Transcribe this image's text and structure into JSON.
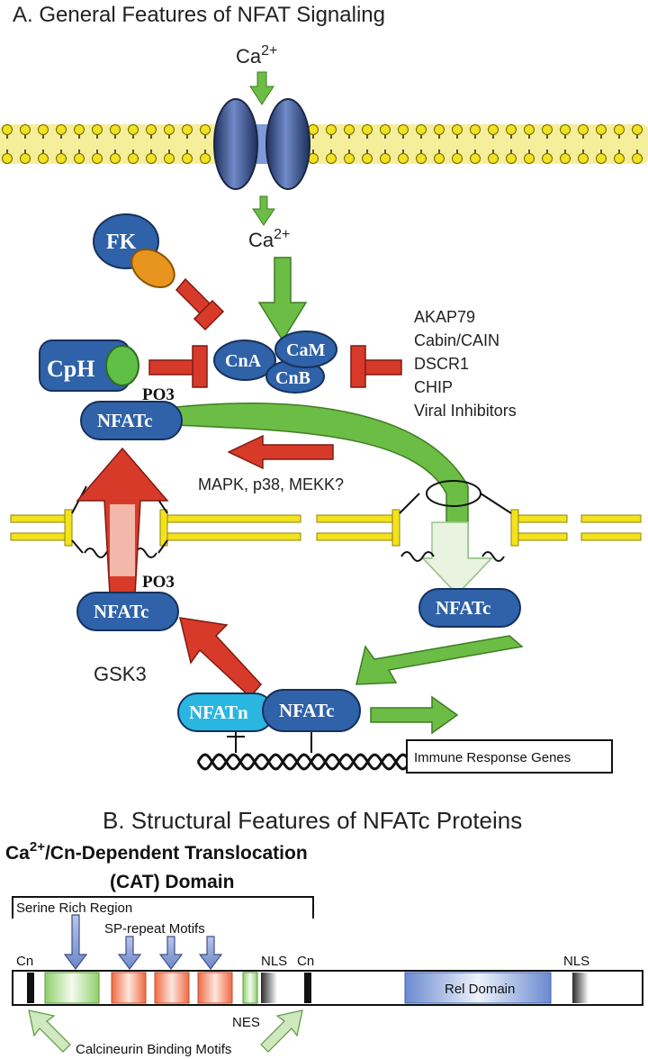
{
  "panel_a": {
    "title": "A.   General Features of NFAT Signaling",
    "ca_out": "Ca",
    "ca_out_sup": "2+",
    "ca_in": "Ca",
    "ca_in_sup": "2+",
    "fk_label": "FK",
    "cph_label": "CpH",
    "cna_label": "CnA",
    "cam_label": "CaM",
    "cnb_label": "CnB",
    "inhibitors": [
      "AKAP79",
      "Cabin/CAIN",
      "DSCR1",
      "CHIP",
      "Viral Inhibitors"
    ],
    "po3_top": "PO3",
    "po3_bottom": "PO3",
    "nfatc_cyto_top": "NFATc",
    "nfatc_cyto_bottom": "NFATc",
    "nfatc_nuclear": "NFATc",
    "nfatn_label": "NFATn",
    "nfatc_dna": "NFATc",
    "kinases": "MAPK, p38, MEKK?",
    "gsk3": "GSK3",
    "immune_genes": "Immune Response Genes"
  },
  "panel_b": {
    "title": "B. Structural Features of NFATc Proteins",
    "cat_line1_prefix": "Ca",
    "cat_line1_sup": "2+",
    "cat_line1_suffix": "/Cn-Dependent Translocation",
    "cat_line2": "(CAT) Domain",
    "serine_rich": "Serine Rich Region",
    "sp_repeat": "SP-repeat Motifs",
    "cn_left": "Cn",
    "nls_1": "NLS",
    "cn_right": "Cn",
    "nls_2": "NLS",
    "rel_domain": "Rel Domain",
    "nes": "NES",
    "calcineurin_motifs": "Calcineurin Binding Motifs"
  },
  "colors": {
    "blue_pill": "#2f62a8",
    "cyan_pill": "#29b6e0",
    "green_arrow": "#6cbd45",
    "red_arrow": "#d83a2a",
    "membrane": "#f5ef9c",
    "lipid_head": "#f2e21f"
  }
}
